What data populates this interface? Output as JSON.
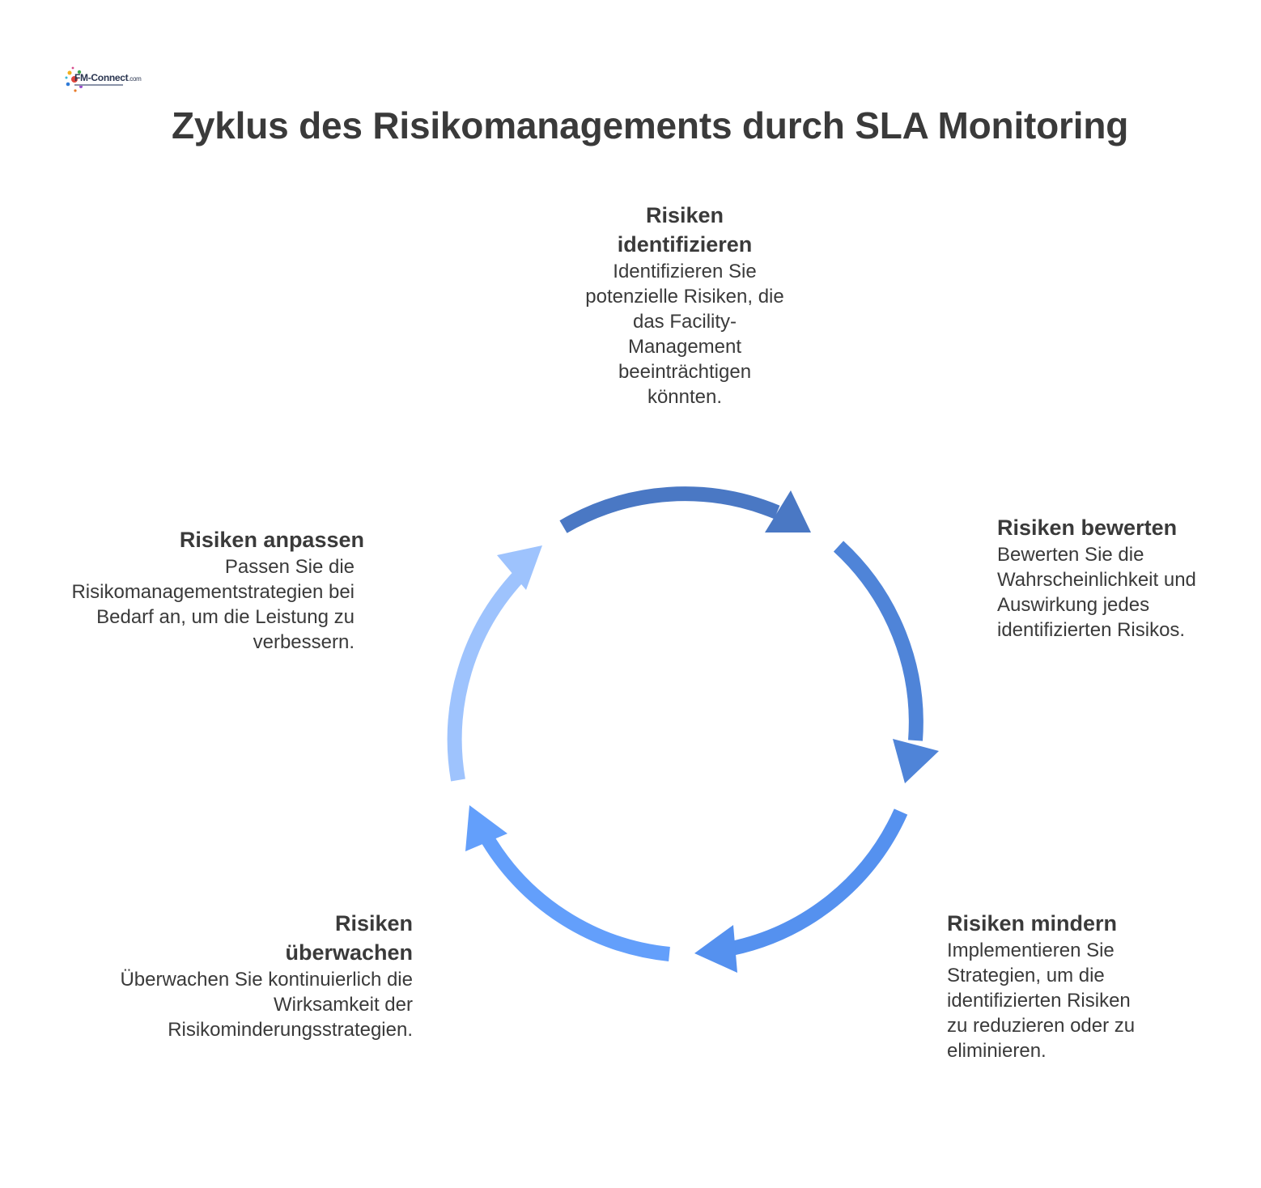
{
  "logo": {
    "text": "FM-Connect",
    "domain": ".com"
  },
  "title": "Zyklus des Risikomanagements durch SLA Monitoring",
  "colors": {
    "arrow_identify_to_assess": "#4a78c4",
    "arrow_assess_to_mitigate": "#4f84d8",
    "arrow_mitigate_to_monitor": "#5591ef",
    "arrow_monitor_to_adjust": "#639ffb",
    "arrow_adjust_to_identify": "#9ec3fd",
    "text": "#3a3a3a"
  },
  "steps": {
    "identify": {
      "title": "Risiken identifizieren",
      "description": "Identifizieren Sie potenzielle Risiken, die das Facility-Management beeinträchtigen könnten."
    },
    "assess": {
      "title": "Risiken bewerten",
      "description": "Bewerten Sie die Wahrscheinlichkeit und Auswirkung jedes identifizierten Risikos."
    },
    "mitigate": {
      "title": "Risiken mindern",
      "description": "Implementieren Sie Strategien, um die identifizierten Risiken zu reduzieren oder zu eliminieren."
    },
    "monitor": {
      "title": "Risiken überwachen",
      "description": "Überwachen Sie kontinuierlich die Wirksamkeit der Risikominderungsstrategien."
    },
    "adjust": {
      "title": "Risiken anpassen",
      "description": "Passen Sie die Risikomanagementstrategien bei Bedarf an, um die Leistung zu verbessern."
    }
  }
}
